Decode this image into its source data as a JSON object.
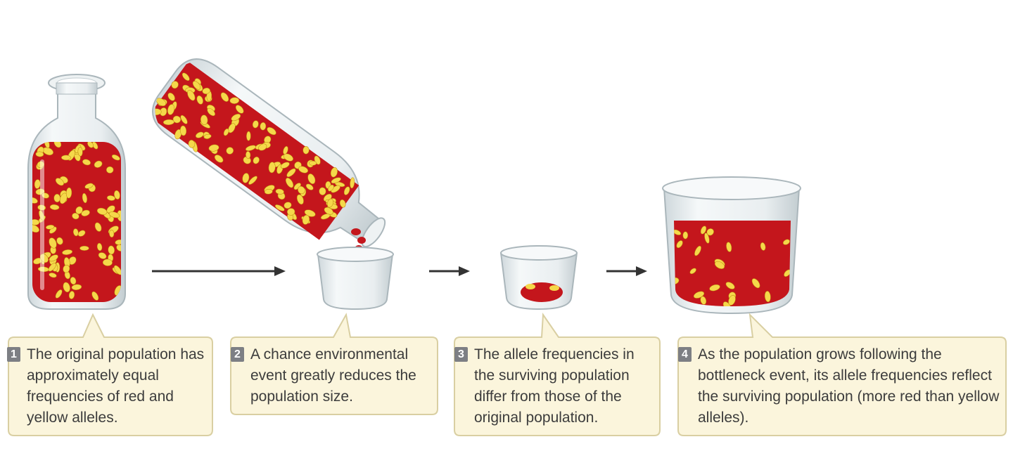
{
  "steps": [
    {
      "number": "1",
      "text": "The original population has approximately equal frequencies of red and yellow alleles."
    },
    {
      "number": "2",
      "text": "A chance environmental event greatly reduces the population size."
    },
    {
      "number": "3",
      "text": "The allele frequencies in the surviving population differ from those of the original population."
    },
    {
      "number": "4",
      "text": "As the population grows following the bottleneck event, its allele frequencies reflect the surviving population (more red than yellow alleles)."
    }
  ],
  "colors": {
    "red_allele": "#c4161c",
    "yellow_allele": "#f5d84a",
    "caption_fill": "#fbf5dc",
    "caption_border": "#d9cfa2",
    "glass": "#e6ecef",
    "arrow": "#333333"
  }
}
